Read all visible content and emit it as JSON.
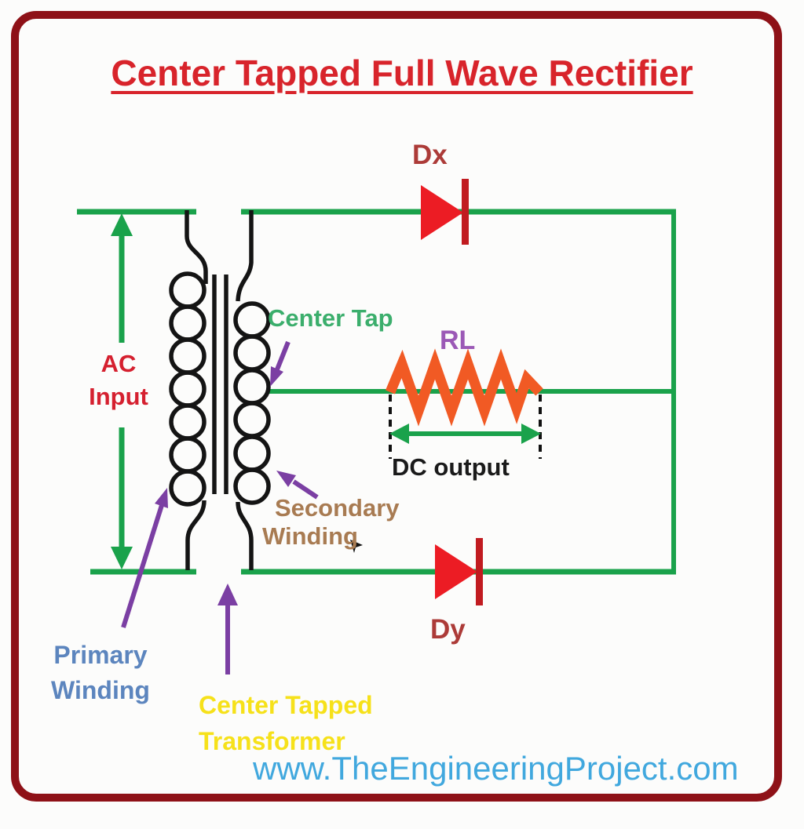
{
  "title": "Center Tapped Full Wave Rectifier",
  "labels": {
    "diode_top": "Dx",
    "diode_bottom": "Dy",
    "load_resistor": "RL",
    "center_tap": "Center Tap",
    "ac_input_line1": "AC",
    "ac_input_line2": "Input",
    "dc_output": "DC output",
    "secondary_winding_line1": "Secondary",
    "secondary_winding_line2": "Winding",
    "primary_winding_line1": "Primary",
    "primary_winding_line2": "Winding",
    "transformer_line1": "Center Tapped",
    "transformer_line2": "Transformer"
  },
  "watermark": "www.TheEngineeringProject.com",
  "icons": {
    "diode_top": "diode-right-with-cathode-bar",
    "diode_bottom": "diode-right-with-cathode-bar",
    "resistor": "zigzag-resistor",
    "transformer": "two-coil-core-transformer"
  },
  "colors": {
    "border-maroon": "#8E1117",
    "title-red": "#D8242B",
    "wire-green": "#1AA24B",
    "label-green": "#3BAE6C",
    "diode-red": "#EC1C24",
    "diode-bar-red": "#C11B20",
    "diode-label-red": "#AC3B38",
    "resistor-orange": "#F15A24",
    "purple": "#7B3FA3",
    "rl-purple": "#9B59B6",
    "ac-red": "#D5202F",
    "winding-black": "#141414",
    "secondary-brown": "#A87B52",
    "primary-blue": "#5C85BE",
    "transformer-yellow": "#F6E11A",
    "watermark-blue": "#41A8DE",
    "dc-black": "#1A1A1A"
  }
}
